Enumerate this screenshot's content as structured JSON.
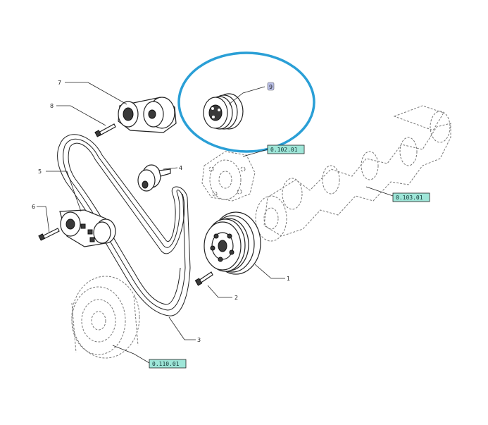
{
  "callouts": {
    "c1": "1",
    "c2": "2",
    "c3": "3",
    "c4": "4",
    "c5": "5",
    "c6": "6",
    "c7": "7",
    "c8": "8",
    "c9": "9"
  },
  "references": {
    "water_pump": "0.102.01",
    "crankshaft": "0.103.01",
    "damper": "0.110.01"
  },
  "colors": {
    "highlight": "#2a9fd6",
    "reference_box": "#9ee6d8"
  }
}
